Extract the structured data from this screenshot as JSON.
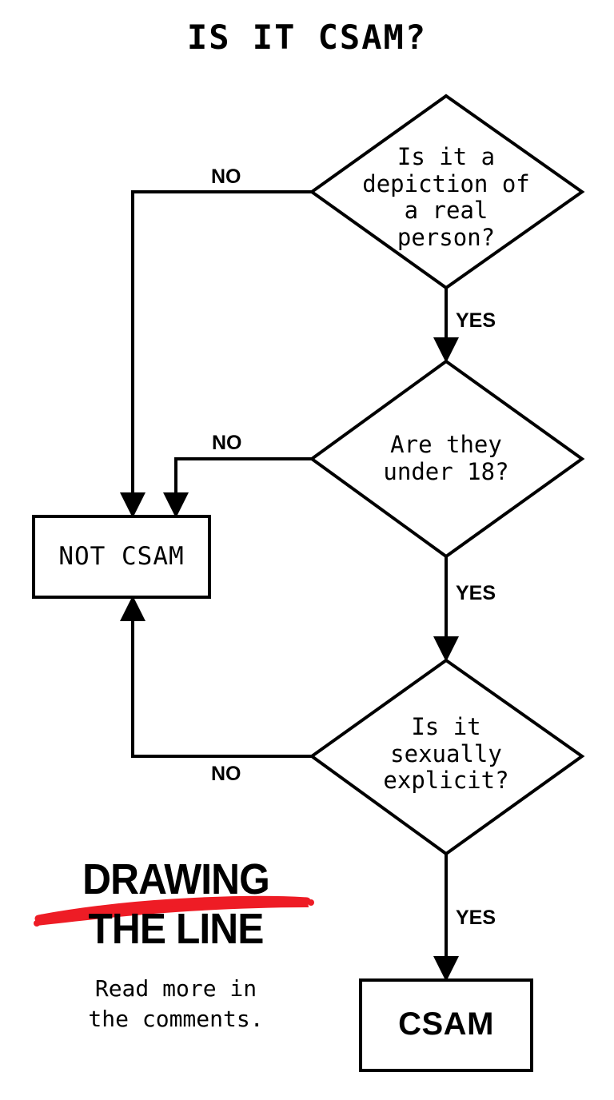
{
  "title": "IS IT CSAM?",
  "background_color": "#FFFFFF",
  "line_color": "#000000",
  "accent_color": "#EE1C25",
  "nodes": {
    "q1": {
      "label": "Is it a\ndepiction of\na real\nperson?",
      "shape": "diamond"
    },
    "q2": {
      "label": "Are they\nunder 18?",
      "shape": "diamond"
    },
    "q3": {
      "label": "Is it\nsexually\nexplicit?",
      "shape": "diamond"
    },
    "not_csam": {
      "label": "NOT CSAM",
      "shape": "rectangle"
    },
    "csam": {
      "label": "CSAM",
      "shape": "rectangle"
    }
  },
  "edges": {
    "q1_no": "NO",
    "q1_yes": "YES",
    "q2_no": "NO",
    "q2_yes": "YES",
    "q3_no": "NO",
    "q3_yes": "YES"
  },
  "logo": {
    "word1": "DRAWING",
    "word2": "THE LINE",
    "subtitle": "Read more in\nthe comments."
  },
  "chart_data": {
    "type": "diagram",
    "title": "IS IT CSAM?",
    "nodes": [
      {
        "id": "q1",
        "type": "decision",
        "text": "Is it a depiction of a real person?"
      },
      {
        "id": "q2",
        "type": "decision",
        "text": "Are they under 18?"
      },
      {
        "id": "q3",
        "type": "decision",
        "text": "Is it sexually explicit?"
      },
      {
        "id": "not_csam",
        "type": "terminal",
        "text": "NOT CSAM"
      },
      {
        "id": "csam",
        "type": "terminal",
        "text": "CSAM"
      }
    ],
    "edges": [
      {
        "from": "q1",
        "to": "not_csam",
        "label": "NO"
      },
      {
        "from": "q1",
        "to": "q2",
        "label": "YES"
      },
      {
        "from": "q2",
        "to": "not_csam",
        "label": "NO"
      },
      {
        "from": "q2",
        "to": "q3",
        "label": "YES"
      },
      {
        "from": "q3",
        "to": "not_csam",
        "label": "NO"
      },
      {
        "from": "q3",
        "to": "csam",
        "label": "YES"
      }
    ]
  }
}
